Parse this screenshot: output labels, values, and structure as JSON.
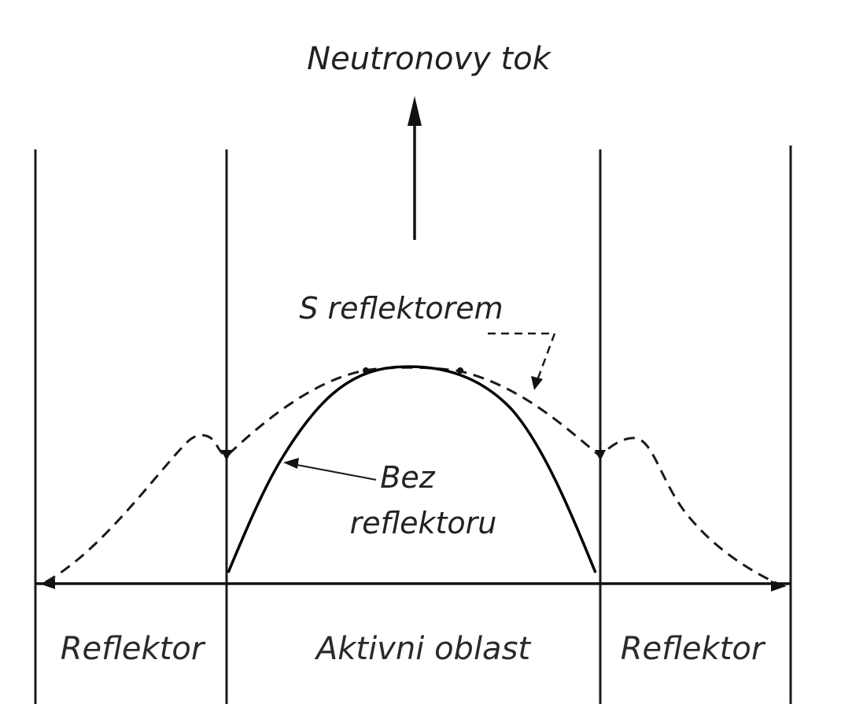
{
  "labels": {
    "y_axis": "Neutronovy tok",
    "with_reflector": "S reflektorem",
    "without_reflector_line1": "Bez",
    "without_reflector_line2": "reflektoru",
    "region_left": "Reflektor",
    "region_center": "Aktivni oblast",
    "region_right": "Reflektor"
  },
  "colors": {
    "ink": "#111111",
    "background": "#ffffff"
  }
}
